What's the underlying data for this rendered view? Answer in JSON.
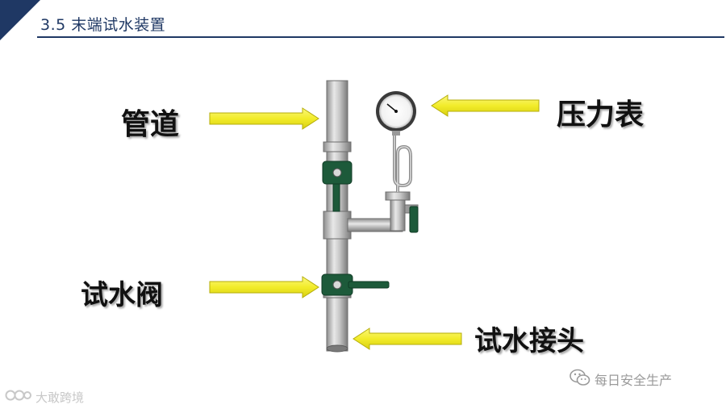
{
  "header": {
    "title": "3.5 末端试水装置"
  },
  "labels": {
    "pipe": "管道",
    "gauge": "压力表",
    "valve": "试水阀",
    "connector": "试水接头"
  },
  "watermarks": {
    "right": "每日安全生产",
    "left": "大敢跨境"
  },
  "colors": {
    "brand": "#1f3864",
    "arrow": "#f5f035",
    "valve": "#1d5a3a"
  },
  "icons": [
    "wechat-icon",
    "logo-icon"
  ]
}
